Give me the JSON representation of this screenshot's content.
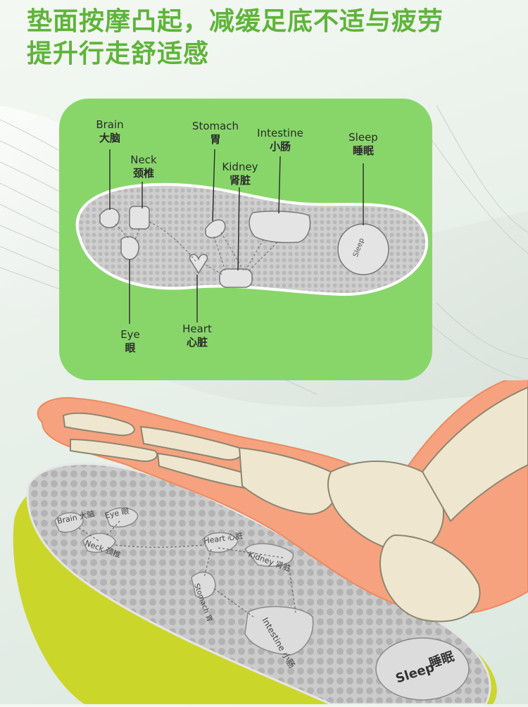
{
  "headline": {
    "line1": "垫面按摩凸起，减缓足底不适与疲劳",
    "line2": "提升行走舒适感"
  },
  "diagram_labels": [
    {
      "id": "brain",
      "en": "Brain",
      "zh": "大脑"
    },
    {
      "id": "neck",
      "en": "Neck",
      "zh": "颈椎"
    },
    {
      "id": "stomach",
      "en": "Stomach",
      "zh": "胃"
    },
    {
      "id": "kidney",
      "en": "Kidney",
      "zh": "肾脏"
    },
    {
      "id": "intestine",
      "en": "Intestine",
      "zh": "小肠"
    },
    {
      "id": "sleep",
      "en": "Sleep",
      "zh": "睡眠"
    },
    {
      "id": "eye",
      "en": "Eye",
      "zh": "眼"
    },
    {
      "id": "heart",
      "en": "Heart",
      "zh": "心脏"
    }
  ],
  "insole_marks": {
    "brain": "Brain 大脑",
    "eye": "Eye 眼",
    "neck": "Neck 颈椎",
    "heart": "Heart 心脏",
    "kidney": "Kidney 肾脏",
    "stomach": "Stomach 胃",
    "intestine": "Intestine 小肠",
    "sleep_en": "Sleep",
    "sleep_zh": "睡眠"
  },
  "colors": {
    "headline": "#5fb43a",
    "panel": "#88d66a",
    "insole": "#c9c9c9",
    "skin": "#f6a27f",
    "bone": "#efe6cf",
    "arch": "#cbd62a"
  }
}
